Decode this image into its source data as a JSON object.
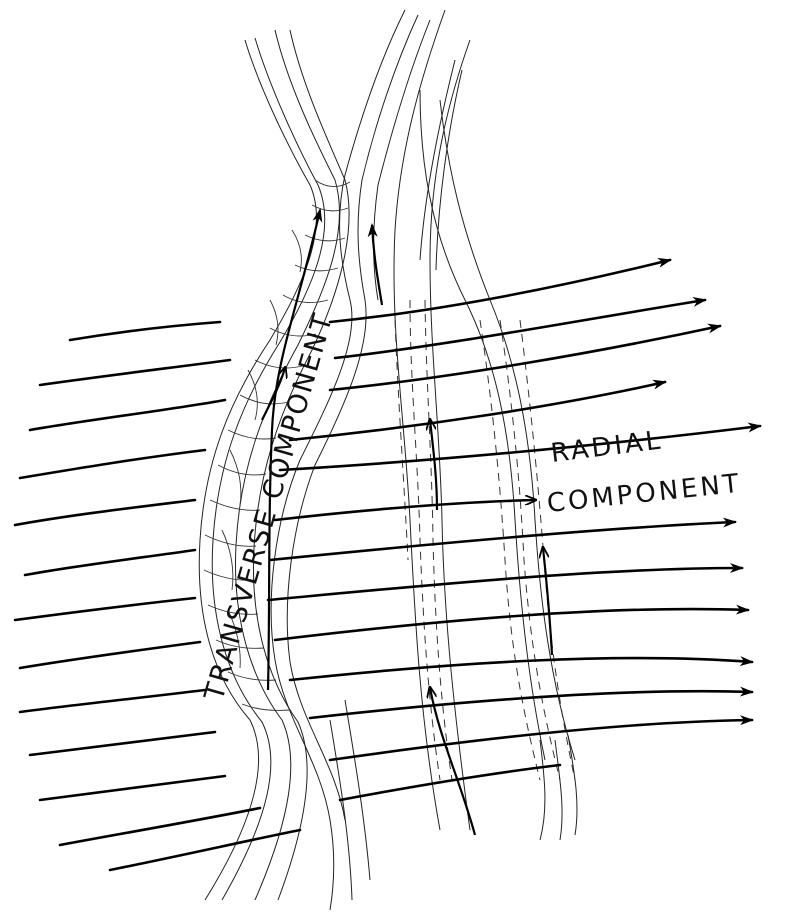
{
  "labels": {
    "transverse": "TRANSVERSE COMPONENT",
    "radial_line1": "RADIAL",
    "radial_line2": "COMPONENT"
  },
  "colors": {
    "ink": "#000000",
    "paper": "#ffffff"
  }
}
